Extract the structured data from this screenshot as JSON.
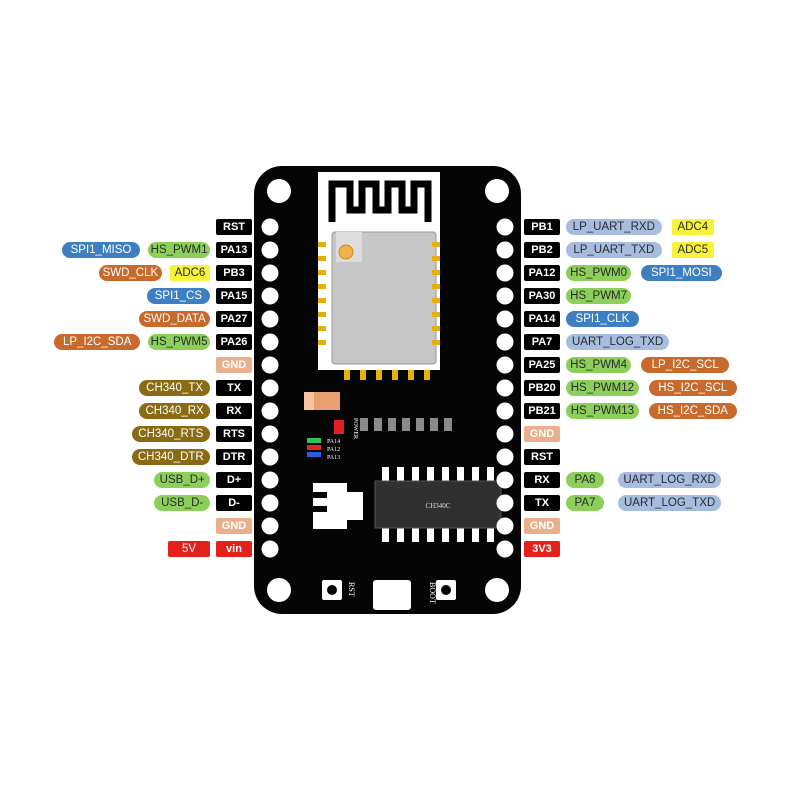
{
  "colors": {
    "blue": "#3e7fc1",
    "green": "#8ccf5a",
    "orange": "#c86a2c",
    "yellow": "#f7f33a",
    "olive": "#8a6b14",
    "lightblue": "#a6bde0",
    "peach": "#e8b08c",
    "red": "#e32119",
    "black": "#000000"
  },
  "board": {
    "chip_label": "CH340C",
    "power_label": "POWER",
    "led_labels": [
      "PA14",
      "PA12",
      "PA13"
    ],
    "rst_button_label": "RST",
    "boot_button_label": "BOOT"
  },
  "left_header": [
    {
      "pin": "RST",
      "labels": []
    },
    {
      "pin": "PA13",
      "labels": [
        {
          "text": "SPI1_MISO",
          "color": "blue"
        },
        {
          "text": "HS_PWM1",
          "color": "green"
        }
      ]
    },
    {
      "pin": "PB3",
      "labels": [
        {
          "text": "SWD_CLK",
          "color": "orange"
        },
        {
          "text": "ADC6",
          "color": "yellow"
        }
      ]
    },
    {
      "pin": "PA15",
      "labels": [
        {
          "text": "SPI1_CS",
          "color": "blue"
        }
      ]
    },
    {
      "pin": "PA27",
      "labels": [
        {
          "text": "SWD_DATA",
          "color": "orange"
        }
      ]
    },
    {
      "pin": "PA26",
      "labels": [
        {
          "text": "LP_I2C_SDA",
          "color": "orange"
        },
        {
          "text": "HS_PWM5",
          "color": "green"
        }
      ]
    },
    {
      "pin": "GND",
      "labels": []
    },
    {
      "pin": "TX",
      "labels": [
        {
          "text": "CH340_TX",
          "color": "olive"
        }
      ]
    },
    {
      "pin": "RX",
      "labels": [
        {
          "text": "CH340_RX",
          "color": "olive"
        }
      ]
    },
    {
      "pin": "RTS",
      "labels": [
        {
          "text": "CH340_RTS",
          "color": "olive"
        }
      ]
    },
    {
      "pin": "DTR",
      "labels": [
        {
          "text": "CH340_DTR",
          "color": "olive"
        }
      ]
    },
    {
      "pin": "D+",
      "labels": [
        {
          "text": "USB_D+",
          "color": "green"
        }
      ]
    },
    {
      "pin": "D-",
      "labels": [
        {
          "text": "USB_D-",
          "color": "green"
        }
      ]
    },
    {
      "pin": "GND",
      "labels": []
    },
    {
      "pin": "vin",
      "labels": [
        {
          "text": "5V",
          "color": "red"
        }
      ]
    }
  ],
  "right_header": [
    {
      "pin": "PB1",
      "labels": [
        {
          "text": "LP_UART_RXD",
          "color": "lightblue"
        },
        {
          "text": "ADC4",
          "color": "yellow"
        }
      ]
    },
    {
      "pin": "PB2",
      "labels": [
        {
          "text": "LP_UART_TXD",
          "color": "lightblue"
        },
        {
          "text": "ADC5",
          "color": "yellow"
        }
      ]
    },
    {
      "pin": "PA12",
      "labels": [
        {
          "text": "HS_PWM0",
          "color": "green"
        },
        {
          "text": "SPI1_MOSI",
          "color": "blue"
        }
      ]
    },
    {
      "pin": "PA30",
      "labels": [
        {
          "text": "HS_PWM7",
          "color": "green"
        }
      ]
    },
    {
      "pin": "PA14",
      "labels": [
        {
          "text": "SPI1_CLK",
          "color": "blue"
        }
      ]
    },
    {
      "pin": "PA7",
      "labels": [
        {
          "text": "UART_LOG_TXD",
          "color": "lightblue"
        }
      ]
    },
    {
      "pin": "PA25",
      "labels": [
        {
          "text": "HS_PWM4",
          "color": "green"
        },
        {
          "text": "LP_I2C_SCL",
          "color": "orange"
        }
      ]
    },
    {
      "pin": "PB20",
      "labels": [
        {
          "text": "HS_PWM12",
          "color": "green"
        },
        {
          "text": "HS_I2C_SCL",
          "color": "orange"
        }
      ]
    },
    {
      "pin": "PB21",
      "labels": [
        {
          "text": "HS_PWM13",
          "color": "green"
        },
        {
          "text": "HS_I2C_SDA",
          "color": "orange"
        }
      ]
    },
    {
      "pin": "GND",
      "labels": []
    },
    {
      "pin": "RST",
      "labels": []
    },
    {
      "pin": "RX",
      "labels": [
        {
          "text": "PA8",
          "color": "green"
        },
        {
          "text": "UART_LOG_RXD",
          "color": "lightblue"
        }
      ]
    },
    {
      "pin": "TX",
      "labels": [
        {
          "text": "PA7",
          "color": "green"
        },
        {
          "text": "UART_LOG_TXD",
          "color": "lightblue"
        }
      ]
    },
    {
      "pin": "GND",
      "labels": []
    },
    {
      "pin": "3V3",
      "labels": []
    }
  ]
}
